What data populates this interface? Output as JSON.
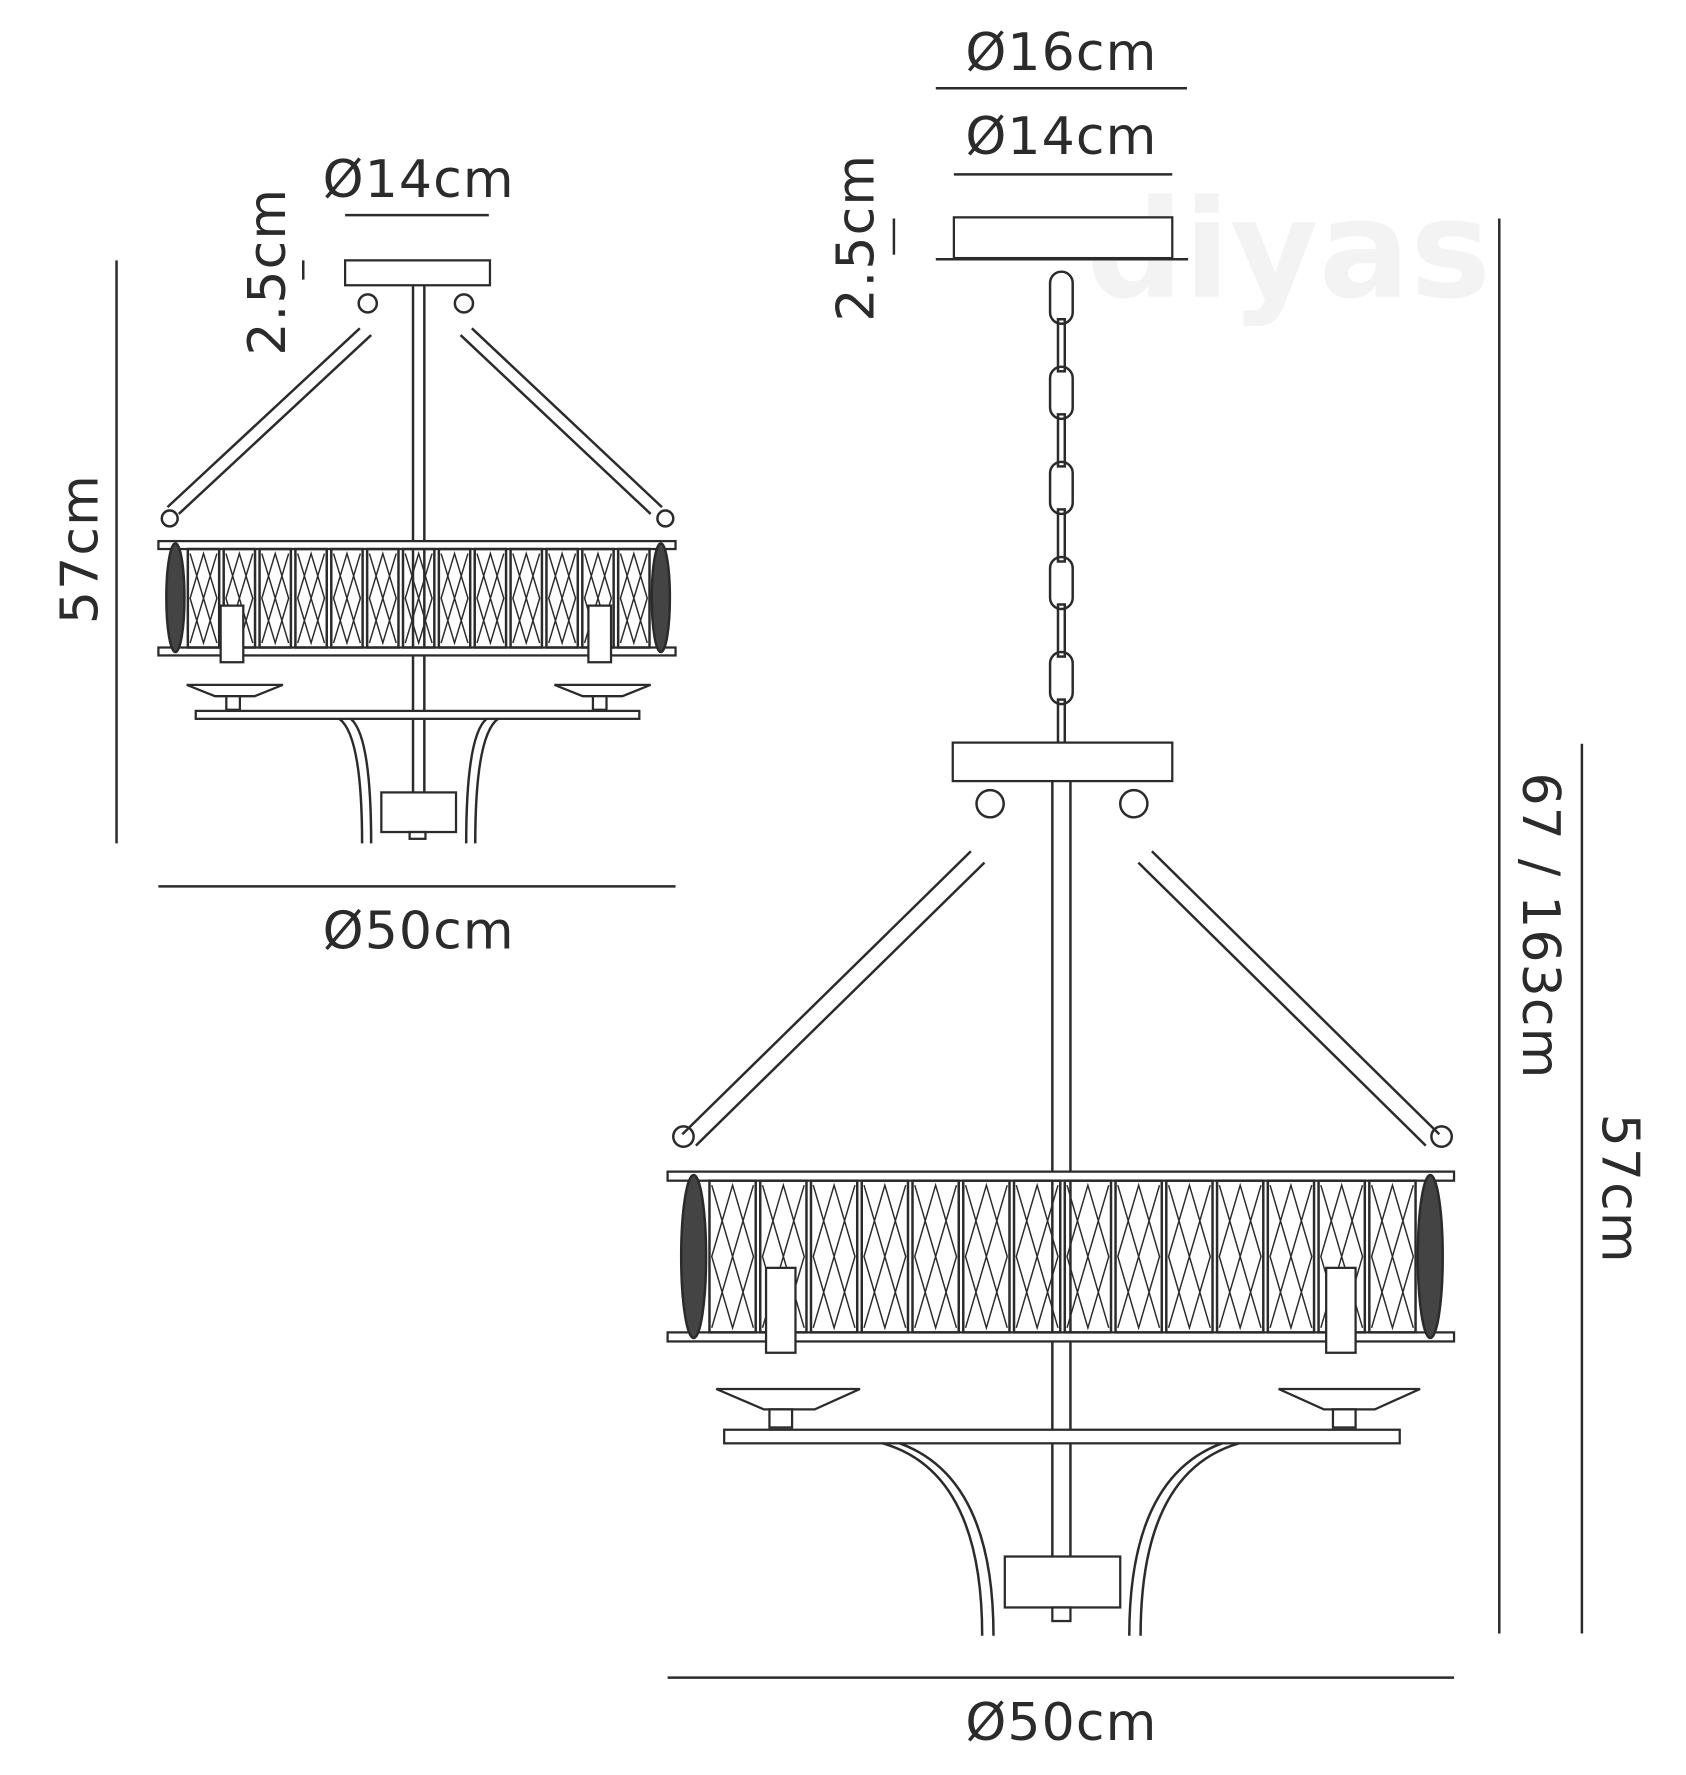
{
  "watermark": "diyas",
  "colors": {
    "line": "#2b2b2b",
    "background": "#ffffff"
  },
  "flush_view": {
    "canopy_diameter": "Ø14cm",
    "canopy_height": "2.5cm",
    "height": "57cm",
    "diameter": "Ø50cm"
  },
  "pendant_view": {
    "ceiling_plate_diameter": "Ø16cm",
    "canopy_diameter": "Ø14cm",
    "canopy_height": "2.5cm",
    "overall_height": "67 / 163cm",
    "body_height": "57cm",
    "diameter": "Ø50cm"
  }
}
